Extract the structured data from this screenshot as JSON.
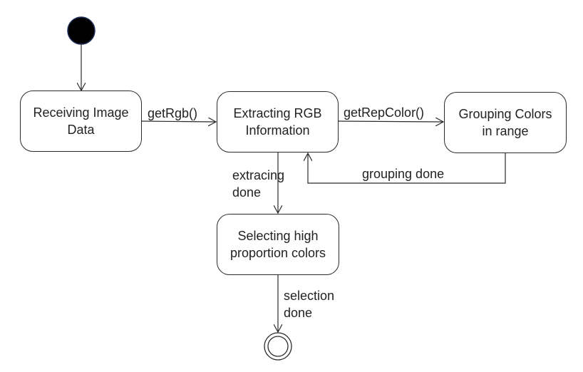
{
  "states": {
    "receiving": {
      "line1": "Receiving Image",
      "line2": "Data"
    },
    "extracting": {
      "line1": "Extracting RGB",
      "line2": "Information"
    },
    "grouping": {
      "line1": "Grouping Colors",
      "line2": "in range"
    },
    "selecting": {
      "line1": "Selecting high",
      "line2": "proportion colors"
    }
  },
  "transitions": {
    "get_rgb": "getRgb()",
    "get_rep_color": "getRepColor()",
    "grouping_done": "grouping done",
    "extracting_done": {
      "line1": "extracing",
      "line2": "done"
    },
    "selection_done": {
      "line1": "selection",
      "line2": "done"
    }
  },
  "colors": {
    "line": "#2b2b2b",
    "initial_node": "#000000"
  }
}
